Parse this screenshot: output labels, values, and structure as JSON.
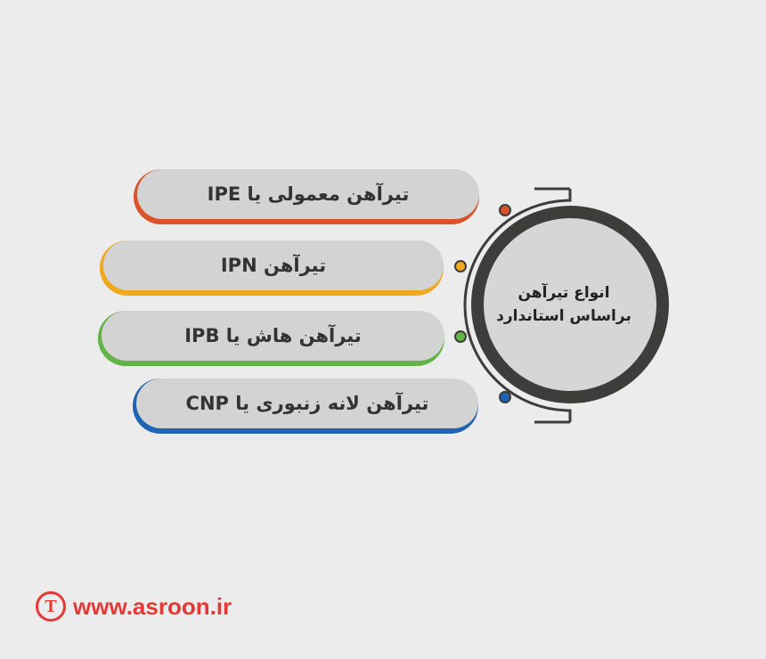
{
  "hub": {
    "line1": "انواع تیرآهن",
    "line2": "براساس استاندارد"
  },
  "items": [
    {
      "label": "تیرآهن معمولی یا IPE",
      "color": "#d9542b"
    },
    {
      "label": "تیرآهن IPN",
      "color": "#f0a81d"
    },
    {
      "label": "تیرآهن هاش یا IPB",
      "color": "#63b446"
    },
    {
      "label": "تیرآهن لانه زنبوری یا CNP",
      "color": "#1f64b4"
    }
  ],
  "footer": {
    "logo_letter": "T",
    "url": "www.asroon.ir"
  },
  "colors": {
    "background": "#ececec",
    "pill": "#d3d3d3",
    "hub_ring": "#3d3d3b",
    "hub_fill": "#d6d6d6",
    "brand": "#e53935"
  }
}
